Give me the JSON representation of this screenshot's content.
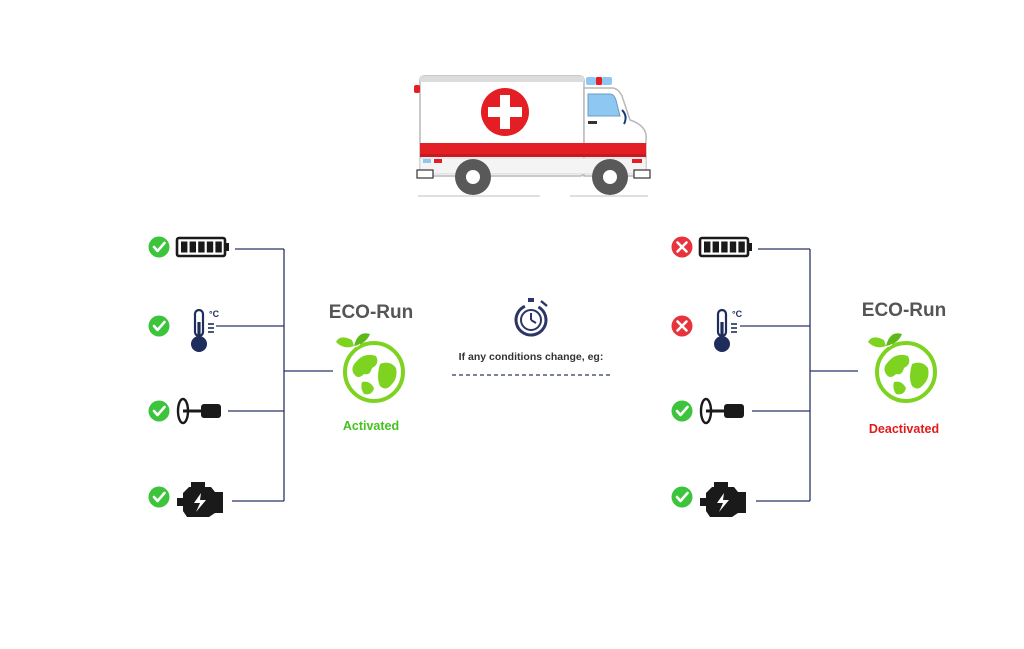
{
  "colors": {
    "line": "#2b3566",
    "check": "#3cc43c",
    "cross": "#e8323c",
    "icon": "#1a1a1a",
    "thermo": "#1f2d5c",
    "eco_title": "#555555",
    "activated": "#44c21d",
    "deactivated": "#e01b1b",
    "leaf": "#7ed321",
    "ambulance_red": "#e31e24"
  },
  "center": {
    "caption": "If any conditions change, eg:",
    "icon": "stopwatch-icon"
  },
  "left_panel": {
    "title": "ECO-Run",
    "status": "Activated",
    "conditions": [
      {
        "icon": "battery-icon",
        "state": "check"
      },
      {
        "icon": "thermometer-icon",
        "state": "check"
      },
      {
        "icon": "ignition-key-icon",
        "state": "check"
      },
      {
        "icon": "engine-icon",
        "state": "check"
      }
    ]
  },
  "right_panel": {
    "title": "ECO-Run",
    "status": "Deactivated",
    "conditions": [
      {
        "icon": "battery-icon",
        "state": "cross"
      },
      {
        "icon": "thermometer-icon",
        "state": "cross"
      },
      {
        "icon": "ignition-key-icon",
        "state": "check"
      },
      {
        "icon": "engine-icon",
        "state": "check"
      }
    ]
  },
  "thermometer_unit": "°C"
}
